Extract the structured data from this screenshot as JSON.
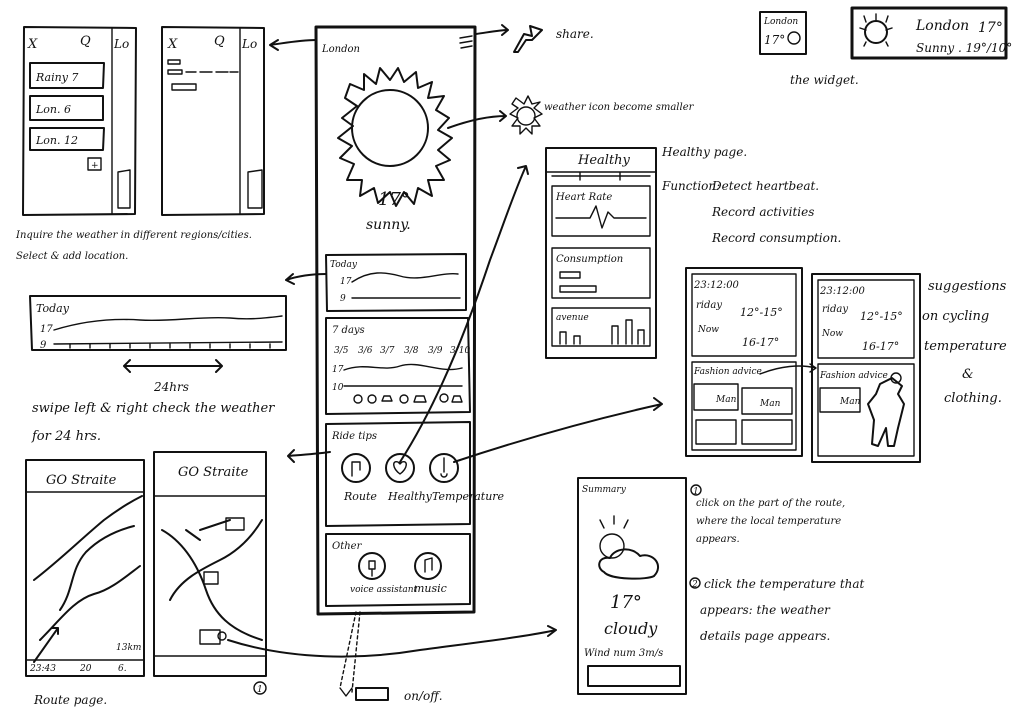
{
  "main_phone": {
    "location": "London",
    "temperature": "17°",
    "condition": "sunny.",
    "today_label": "Today",
    "today_high": "17",
    "today_low": "9",
    "seven_days_label": "7 days",
    "dates": [
      "3/5",
      "3/6",
      "3/7",
      "3/8",
      "3/9",
      "3/10"
    ],
    "week_axis": [
      "17",
      "10"
    ],
    "ride_tips_label": "Ride tips",
    "ride_tips": [
      "Route",
      "Healthy",
      "Temperature"
    ],
    "other_label": "Other",
    "other": [
      "voice assistant",
      "music"
    ]
  },
  "annotations": {
    "share": "share.",
    "icon_smaller": "weather icon become smaller",
    "regions_1": "Inquire the weather in different regions/cities.",
    "regions_2": "Select & add location.",
    "swipe_1": "swipe left & right check the weather",
    "swipe_2": "for 24 hrs.",
    "hours": "24hrs",
    "widget": "the widget.",
    "healthy_title": "Healthy page.",
    "function_label": "Function:",
    "function_items": [
      "Detect heartbeat.",
      "Record activities",
      "Record consumption."
    ],
    "suggestions": [
      "suggestions",
      "on cycling",
      "temperature",
      "&",
      "clothing."
    ],
    "click_1": [
      "click on the part of the route,",
      "where the local temperature",
      "appears."
    ],
    "click_2": [
      "click the temperature that",
      "appears: the weather",
      "details page appears."
    ],
    "route_page": "Route page.",
    "toggle": "on/off."
  },
  "search_screens": {
    "close": "X",
    "search": "Q",
    "partial": "Lo",
    "cities": [
      "Rainy 7",
      "Lon. 6",
      "Lon. 12"
    ],
    "add": "+"
  },
  "today_wide": {
    "label": "Today",
    "high": "17",
    "low": "9"
  },
  "route_screens": {
    "title_1": "GO Straite",
    "title_2": "GO Straite",
    "stats": [
      "23:43",
      "20",
      "6."
    ],
    "distance": "13km"
  },
  "details": {
    "location": "Summary",
    "temperature": "17°",
    "condition": "cloudy",
    "wind": "Wind num 3m/s",
    "marker": "1",
    "marker_2": "2"
  },
  "healthy": {
    "title": "Healthy",
    "heart_rate": "Heart Rate",
    "consumption": "Consumption",
    "activities": "avenue"
  },
  "suggestions_screens": {
    "time": "23:12:00",
    "day": "riday",
    "temp_range": "12°-15°",
    "now": "Now",
    "now_temp": "16-17°",
    "fashion": "Fashion advice",
    "clothes": "Man"
  },
  "widgets": {
    "small_city": "London",
    "small_temp": "17°",
    "big_city": "London",
    "big_temp": "17°",
    "big_cond": "Sunny . 19°/10°"
  }
}
